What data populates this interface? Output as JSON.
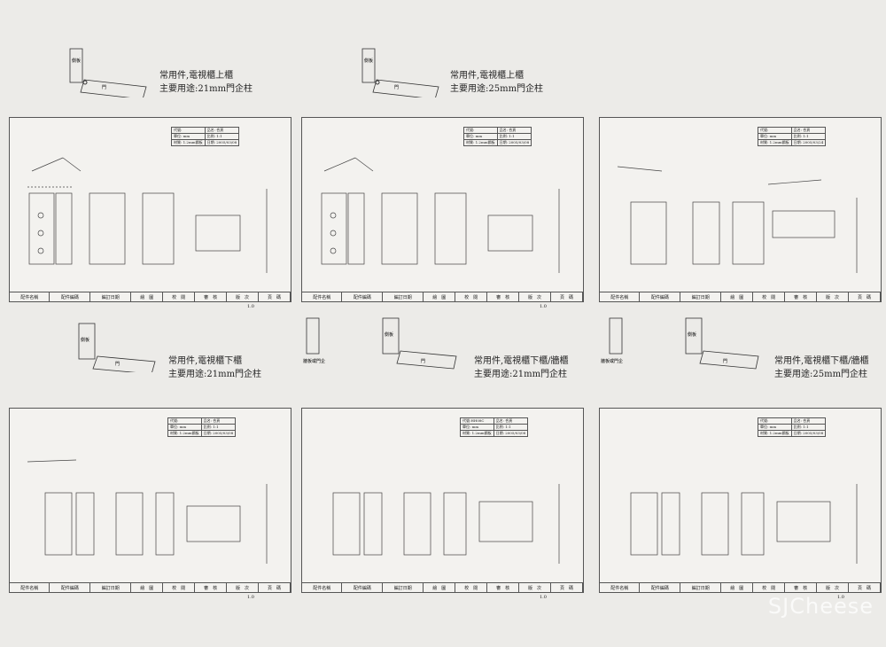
{
  "panels": [
    {
      "title1": "常用件,電視櫃上櫃",
      "title2": "主要用途:21mm門企柱",
      "sketch_labels": [
        "側板",
        "門"
      ],
      "tb": {
        "code": "代號:",
        "name": "品名: 合頁",
        "unit": "單位: mm",
        "scale": "比例: 1:1",
        "material": "材質: 1.2mm鋼板",
        "date": "日期: 2005/03/08"
      }
    },
    {
      "title1": "常用件,電視櫃上櫃",
      "title2": "主要用途:25mm門企柱",
      "sketch_labels": [
        "側板",
        "門"
      ],
      "tb": {
        "code": "代號:",
        "name": "品名: 合頁",
        "unit": "單位: mm",
        "scale": "比例: 1:1",
        "material": "材質: 1.2mm鋼板",
        "date": "日期: 2005/03/08"
      }
    },
    {
      "title1": "",
      "title2": "",
      "sketch_labels": [],
      "tb": {
        "code": "代號:",
        "name": "品名: 合頁",
        "unit": "單位: mm",
        "scale": "比例: 1:1",
        "material": "材質: 1.2mm鋼板",
        "date": "日期: 2005/03/24"
      }
    },
    {
      "title1": "常用件,電視櫃下櫃",
      "title2": "主要用途:21mm門企柱",
      "sketch_labels": [
        "側板",
        "門"
      ],
      "tb": {
        "code": "代號:",
        "name": "品名: 合頁",
        "unit": "單位: mm",
        "scale": "比例: 1:1",
        "material": "材質: 1.2mm鋼板",
        "date": "日期: 2005/03/08"
      }
    },
    {
      "title1": "常用件,電視櫃下櫃/牆櫃",
      "title2": "主要用途:21mm門企柱",
      "sketch_labels": [
        "側板",
        "牆板或門企",
        "門"
      ],
      "tb": {
        "code": "代號:HH08C",
        "name": "品名: 合頁",
        "unit": "單位: mm",
        "scale": "比例: 1:1",
        "material": "材質: 1.2mm鋼板",
        "date": "日期: 2005/03/08"
      }
    },
    {
      "title1": "常用件,電視櫃下櫃/牆櫃",
      "title2": "主要用途:25mm門企柱",
      "sketch_labels": [
        "側板",
        "牆板或門企",
        "門"
      ],
      "tb": {
        "code": "代號:",
        "name": "品名: 合頁",
        "unit": "單位: mm",
        "scale": "比例: 1:1",
        "material": "材質: 1.2mm鋼板",
        "date": "日期: 2005/03/08"
      }
    }
  ],
  "footer_cols": [
    "配件名稱",
    "配件編碼",
    "編訂日期",
    "繪　圖",
    "校　閱",
    "審　核",
    "版　次",
    "頁　碼"
  ],
  "revision": "1.0",
  "watermark": "SJCheese"
}
